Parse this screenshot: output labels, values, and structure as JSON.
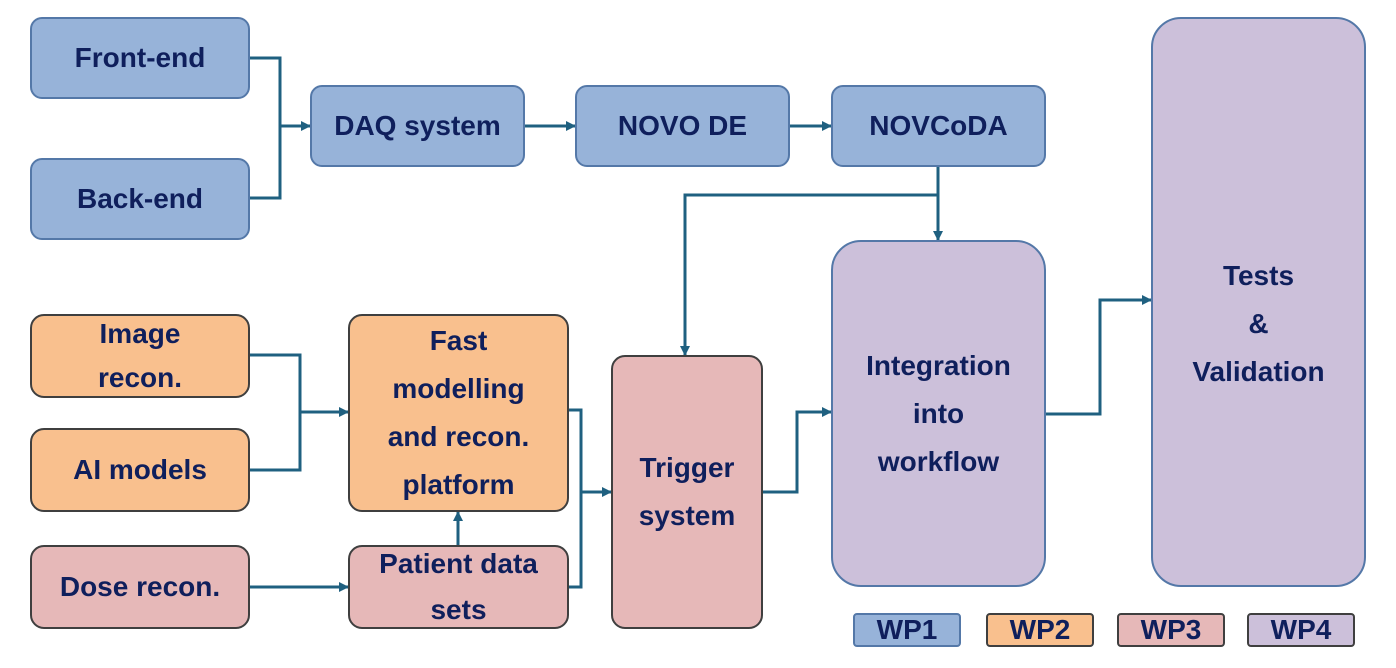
{
  "nodes": {
    "front_end": "Front-end",
    "back_end": "Back-end",
    "daq_system": "DAQ system",
    "novo_de": "NOVO DE",
    "novcoda": "NOVCoDA",
    "image_recon": [
      "Image",
      "recon."
    ],
    "ai_models": "AI models",
    "dose_recon": "Dose recon.",
    "fast_modelling": [
      "Fast",
      "modelling",
      "and recon.",
      "platform"
    ],
    "patient_data": [
      "Patient data",
      "sets"
    ],
    "trigger_system": [
      "Trigger",
      "system"
    ],
    "integration": [
      "Integration",
      "into",
      "workflow"
    ],
    "tests": [
      "Tests",
      "&",
      "Validation"
    ]
  },
  "legend": [
    "WP1",
    "WP2",
    "WP3",
    "WP4"
  ],
  "colors": {
    "wp1_fill": "#97b3d9",
    "wp2_fill": "#f9c08e",
    "wp3_fill": "#e6b8b8",
    "wp4_fill": "#ccc0da",
    "arrow": "#1f6080",
    "text": "#0f1f5c"
  }
}
